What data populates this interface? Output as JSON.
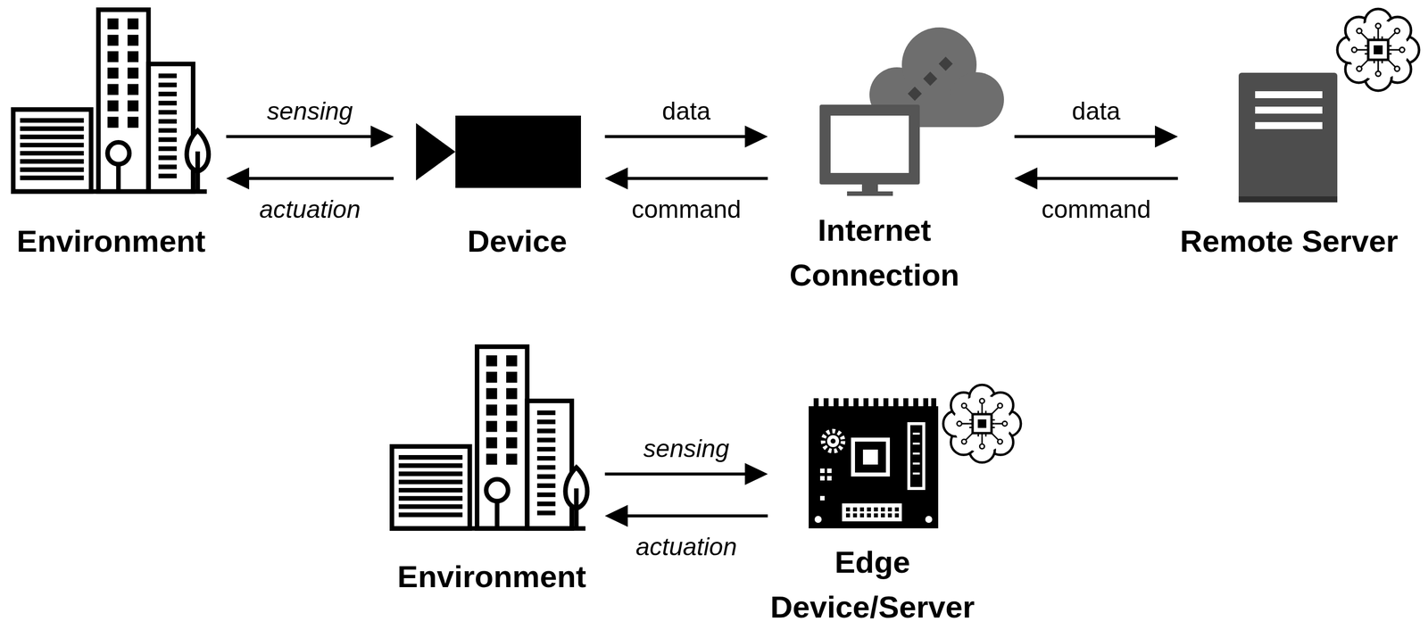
{
  "diagram": {
    "nodes": [
      {
        "text": [
          "Environment"
        ]
      },
      {
        "text": [
          "Device"
        ]
      },
      {
        "text": [
          "Internet Connection"
        ]
      },
      {
        "text": [
          "Remote Server"
        ]
      },
      {
        "text": [
          "Environment"
        ]
      },
      {
        "text": [
          "Edge Device/Server"
        ]
      }
    ],
    "edges": [
      {
        "from": 0,
        "to": 1,
        "label": "sensing",
        "arrow": "to"
      },
      {
        "from": 1,
        "to": 0,
        "label": "actuation",
        "arrow": "to"
      },
      {
        "from": 1,
        "to": 2,
        "label": "data",
        "arrow": "to"
      },
      {
        "from": 2,
        "to": 1,
        "label": "command",
        "arrow": "to"
      },
      {
        "from": 2,
        "to": 3,
        "label": "data",
        "arrow": "to"
      },
      {
        "from": 3,
        "to": 2,
        "label": "command",
        "arrow": "to"
      },
      {
        "from": 4,
        "to": 5,
        "label": "sensing",
        "arrow": "to"
      },
      {
        "from": 5,
        "to": 4,
        "label": "actuation",
        "arrow": "to"
      }
    ]
  }
}
